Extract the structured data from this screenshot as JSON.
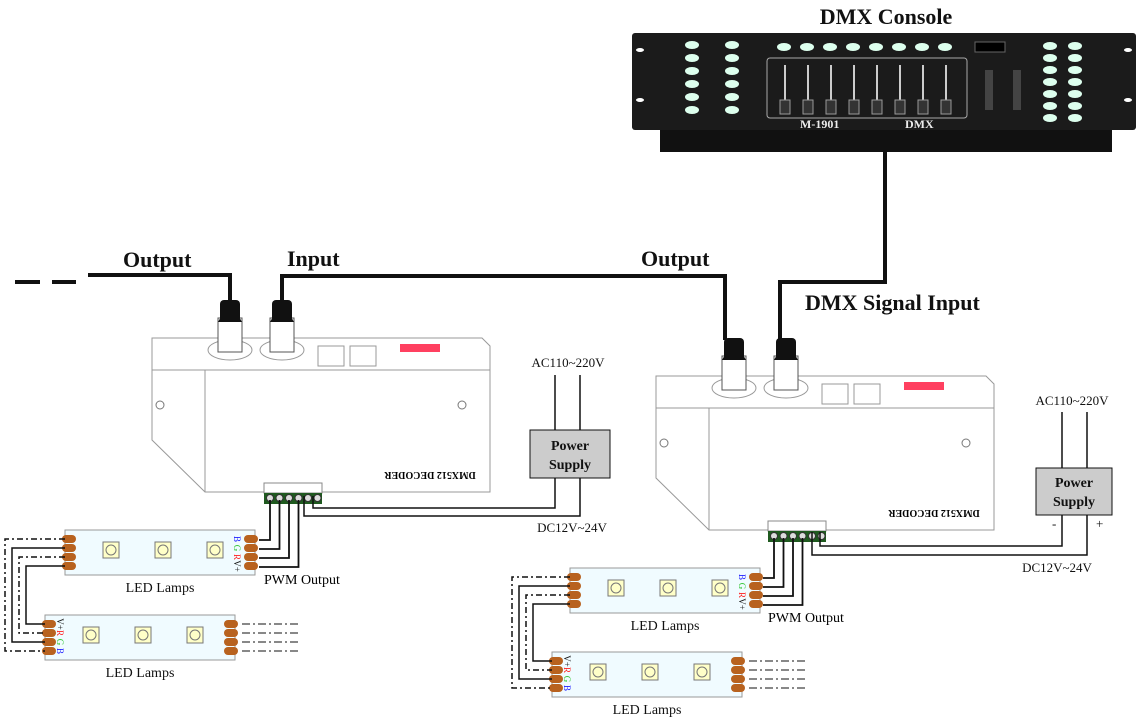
{
  "title": "DMX Console",
  "console": {
    "brand": "M-1901",
    "suffix": "DMX"
  },
  "labels": {
    "output_left": "Output",
    "input_left": "Input",
    "output_right": "Output",
    "dmx_signal_input": "DMX Signal Input"
  },
  "decoders": [
    {
      "name": "DMX512 DECODER",
      "pwm": "PWM Output",
      "ac": "AC110~220V",
      "dc": "DC12V~24V",
      "ps_line1": "Power",
      "ps_line2": "Supply",
      "lamp1": "LED Lamps",
      "lamp2": "LED Lamps"
    },
    {
      "name": "DMX512 DECODER",
      "pwm": "PWM Output",
      "ac": "AC110~220V",
      "dc": "DC12V~24V",
      "ps_line1": "Power",
      "ps_line2": "Supply",
      "lamp1": "LED Lamps",
      "lamp2": "LED Lamps",
      "minus": "-",
      "plus": "+"
    }
  ],
  "channels": [
    "B",
    "G",
    "R",
    "V+"
  ],
  "colors": {
    "B": "#2020ff",
    "G": "#20c020",
    "R": "#ff2020",
    "V+": "#111111",
    "strip": "#f0fbff",
    "pad": "#b8621f",
    "terminal": "#1f5a1f",
    "console": "#1b1b1b",
    "power_supply": "#cccccc",
    "dip": "#ff4060"
  }
}
